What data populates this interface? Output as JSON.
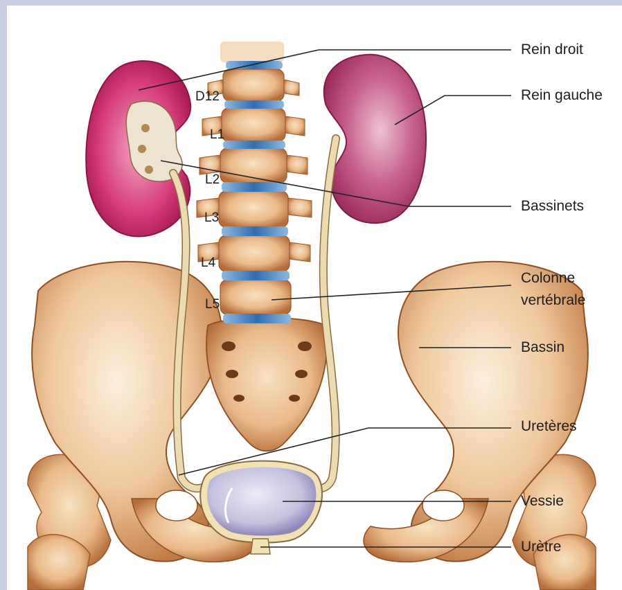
{
  "labels": {
    "rein_droit": "Rein droit",
    "rein_gauche": "Rein gauche",
    "bassinets": "Bassinets",
    "colonne_line1": "Colonne",
    "colonne_line2": "vertébrale",
    "bassin": "Bassin",
    "ureteres": "Uretères",
    "vessie": "Vessie",
    "uretre": "Urètre"
  },
  "vertebrae": {
    "d12": "D12",
    "l1": "L1",
    "l2": "L2",
    "l3": "L3",
    "l4": "L4",
    "l5": "L5"
  },
  "colors": {
    "frame": "#c9cde6",
    "bone": "#e8b98a",
    "bone_shadow": "#b9743e",
    "disc": "#3d78b8",
    "kidney_right": "#cf2f72",
    "kidney_left": "#b53a6c",
    "bladder": "#c9c6e2",
    "ureter": "#e8d4a6"
  }
}
